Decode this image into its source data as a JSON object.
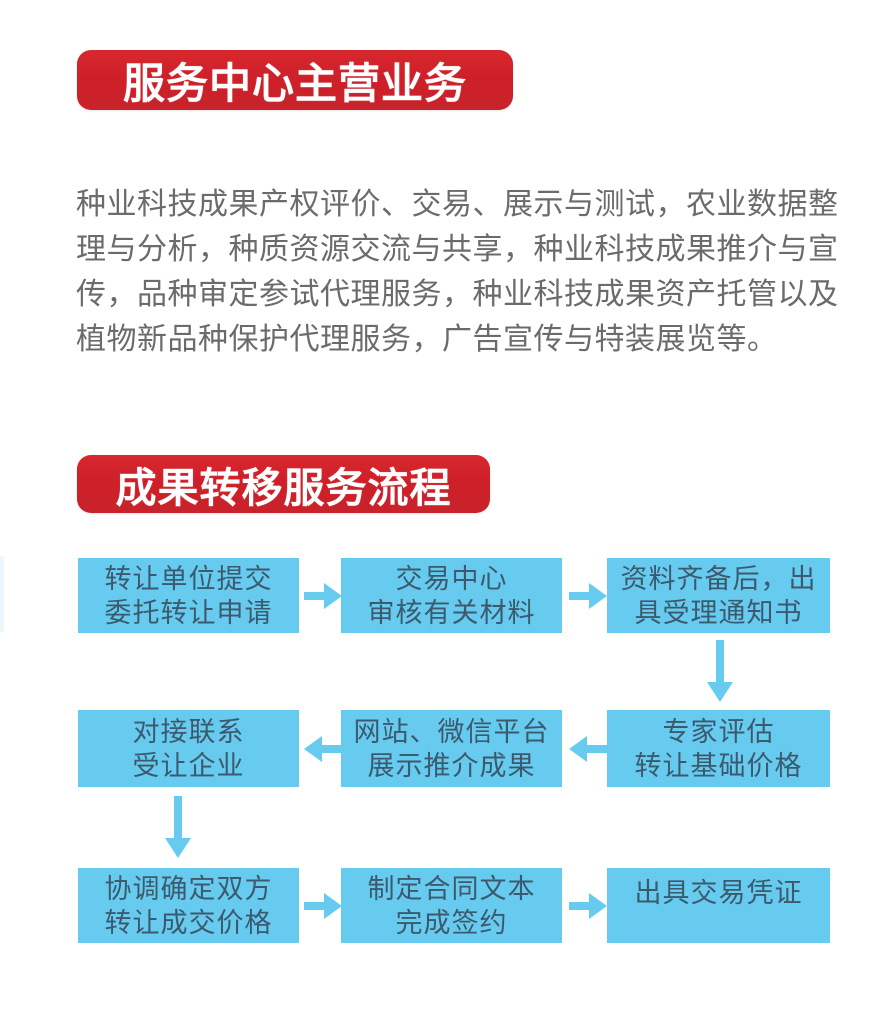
{
  "sections": {
    "main_business": {
      "badge_label": "服务中心主营业务",
      "paragraph": "种业科技成果产权评价、交易、展示与测试，农业数据整理与分析，种质资源交流与共享，种业科技成果推介与宣传，品种审定参试代理服务，种业科技成果资产托管以及植物新品种保护代理服务，广告宣传与特装展览等。"
    },
    "transfer_flow": {
      "badge_label": "成果转移服务流程"
    }
  },
  "flowchart": {
    "boxes": [
      {
        "id": "box-1",
        "lines": [
          "转让单位提交",
          "委托转让申请"
        ]
      },
      {
        "id": "box-2",
        "lines": [
          "交易中心",
          "审核有关材料"
        ]
      },
      {
        "id": "box-3",
        "lines": [
          "资料齐备后，出",
          "具受理通知书"
        ]
      },
      {
        "id": "box-4",
        "lines": [
          "对接联系",
          "受让企业"
        ]
      },
      {
        "id": "box-5",
        "lines": [
          "网站、微信平台",
          "展示推介成果"
        ]
      },
      {
        "id": "box-6",
        "lines": [
          "专家评估",
          "转让基础价格"
        ]
      },
      {
        "id": "box-7",
        "lines": [
          "协调确定双方",
          "转让成交价格"
        ]
      },
      {
        "id": "box-8",
        "lines": [
          "制定合同文本",
          "完成签约"
        ]
      },
      {
        "id": "box-9",
        "lines": [
          "出具交易凭证"
        ]
      }
    ],
    "connectors": [
      {
        "id": "arrow-1-2",
        "direction": "right"
      },
      {
        "id": "arrow-2-3",
        "direction": "right"
      },
      {
        "id": "arrow-3-6",
        "direction": "down"
      },
      {
        "id": "arrow-6-5",
        "direction": "left"
      },
      {
        "id": "arrow-5-4",
        "direction": "left"
      },
      {
        "id": "arrow-4-7",
        "direction": "down"
      },
      {
        "id": "arrow-7-8",
        "direction": "right"
      },
      {
        "id": "arrow-8-9",
        "direction": "right"
      }
    ]
  },
  "colors": {
    "badge_red": "#cf1f28",
    "badge_text": "#ffffff",
    "flow_box_fill": "#67cbf0",
    "flow_box_text": "#3c5a6e",
    "arrow_fill": "#67cbf0",
    "paragraph_text": "#6b6b6b",
    "page_background": "#ffffff"
  }
}
